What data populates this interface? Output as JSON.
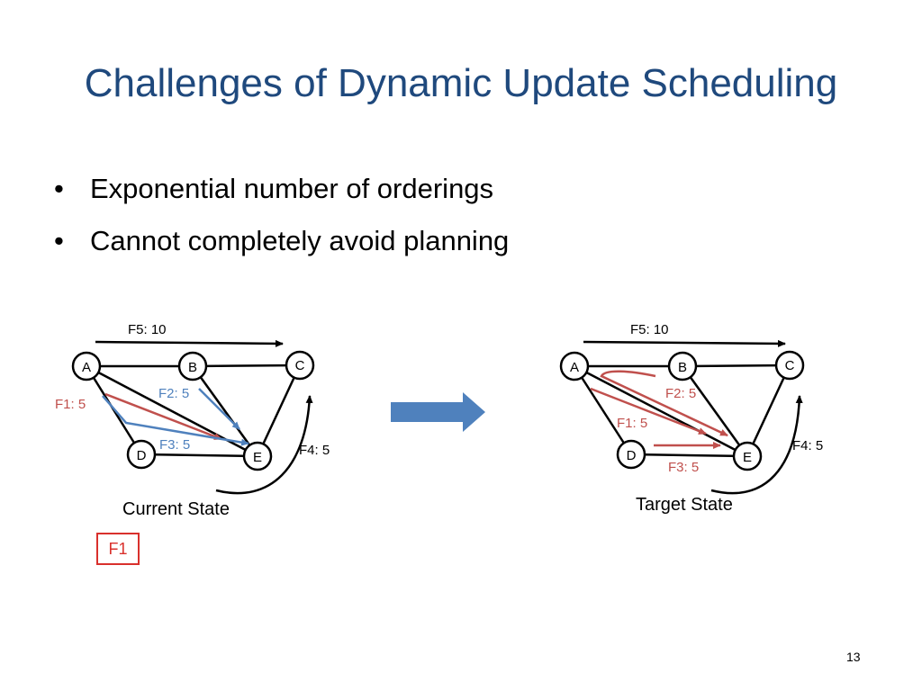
{
  "slide": {
    "title": "Challenges of Dynamic Update Scheduling",
    "bullets": [
      "Exponential number of orderings",
      "Cannot completely avoid planning"
    ],
    "page_number": "13",
    "highlight_box": "F1"
  },
  "colors": {
    "title": "#1f497d",
    "red": "#c0504d",
    "blue": "#4f81bd",
    "arrow": "#4f81bd",
    "box": "#d9302c"
  },
  "current": {
    "caption": "Current State",
    "nodes": {
      "A": "A",
      "B": "B",
      "C": "C",
      "D": "D",
      "E": "E"
    },
    "labels": {
      "f5": "F5: 10",
      "f1": "F1: 5",
      "f2": "F2: 5",
      "f3": "F3: 5",
      "f4": "F4: 5"
    }
  },
  "target": {
    "caption": "Target State",
    "nodes": {
      "A": "A",
      "B": "B",
      "C": "C",
      "D": "D",
      "E": "E"
    },
    "labels": {
      "f5": "F5: 10",
      "f1": "F1: 5",
      "f2": "F2: 5",
      "f3": "F3: 5",
      "f4": "F4: 5"
    }
  }
}
